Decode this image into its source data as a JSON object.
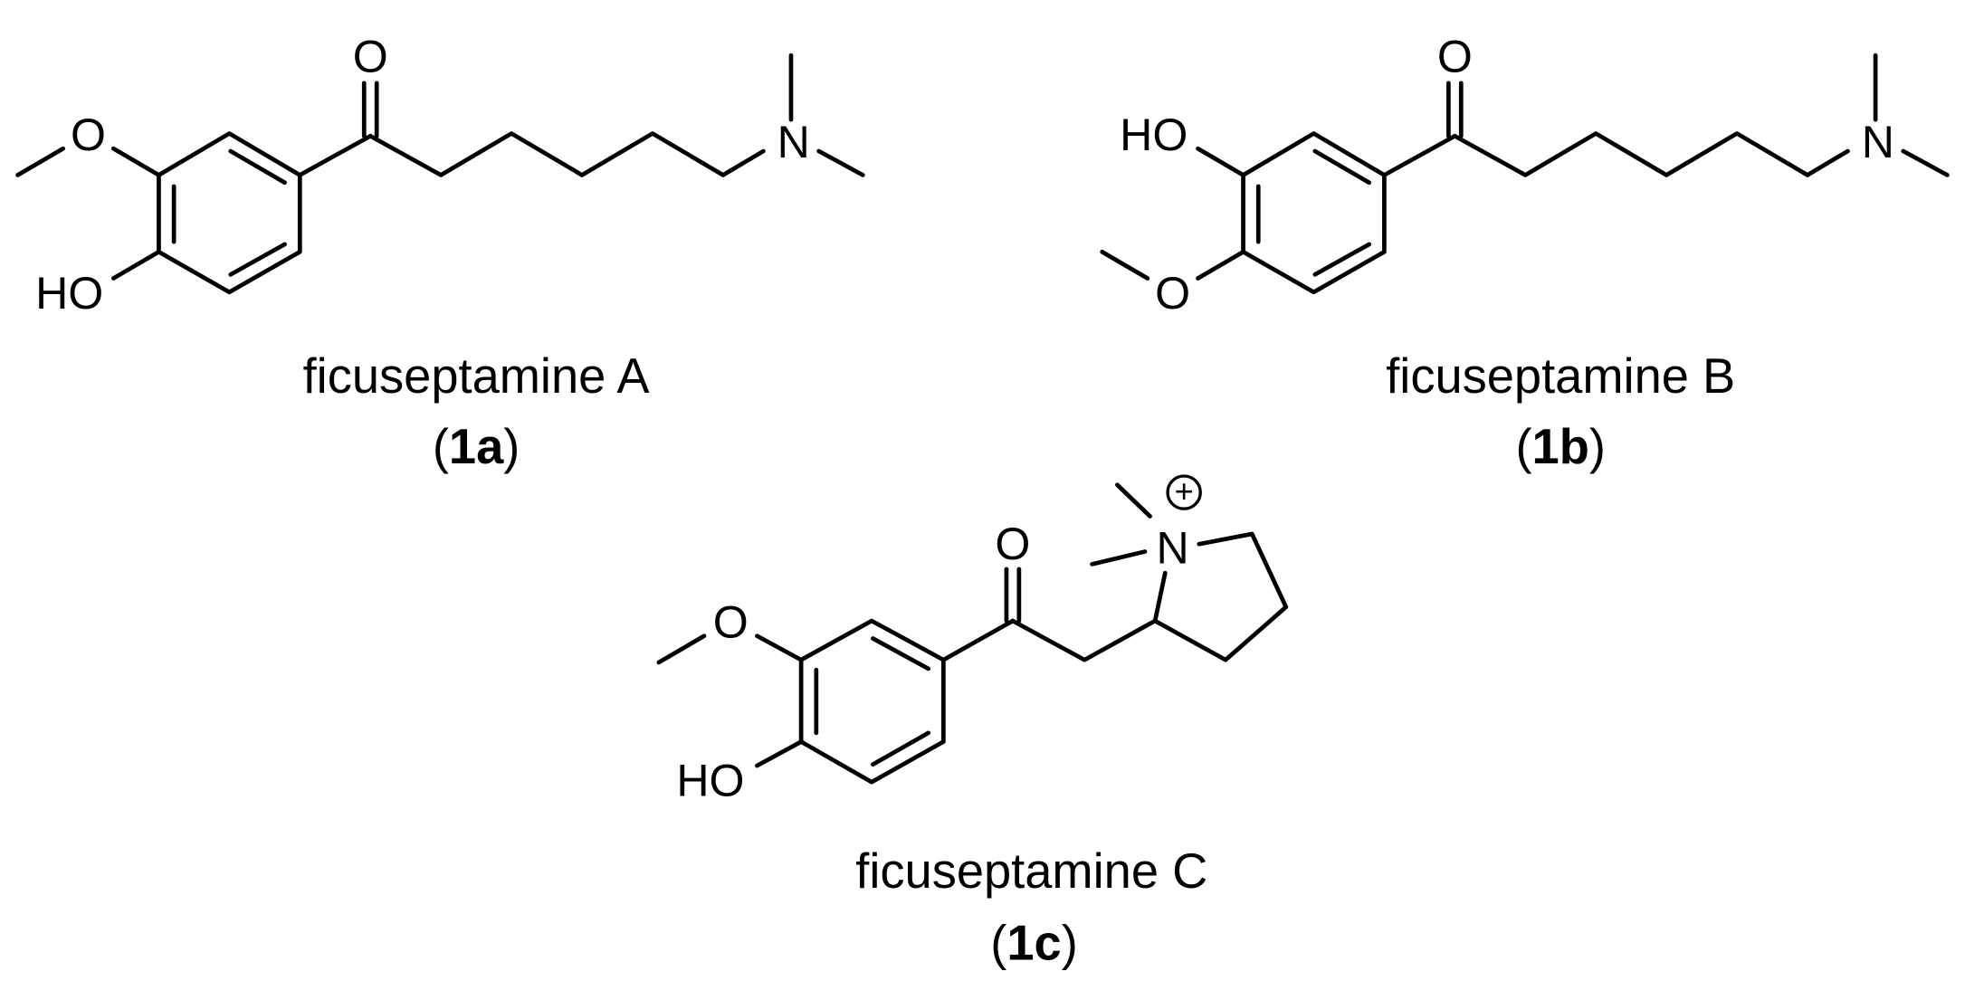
{
  "colors": {
    "ink": "#000000",
    "background": "#ffffff"
  },
  "compounds": [
    {
      "name": "ficuseptamine A",
      "id_open": "(",
      "id": "1a",
      "id_close": ")",
      "atoms": {
        "carbonyl_o": "O",
        "methoxy_o": "O",
        "hydroxy": "HO",
        "amine_n": "N"
      }
    },
    {
      "name": "ficuseptamine B",
      "id_open": "(",
      "id": "1b",
      "id_close": ")",
      "atoms": {
        "carbonyl_o": "O",
        "methoxy_o": "O",
        "hydroxy": "HO",
        "amine_n": "N"
      }
    },
    {
      "name": "ficuseptamine C",
      "id_open": "(",
      "id": "1c",
      "id_close": ")",
      "atoms": {
        "carbonyl_o": "O",
        "methoxy_o": "O",
        "hydroxy": "HO",
        "amine_n": "N",
        "charge": "+"
      }
    }
  ]
}
